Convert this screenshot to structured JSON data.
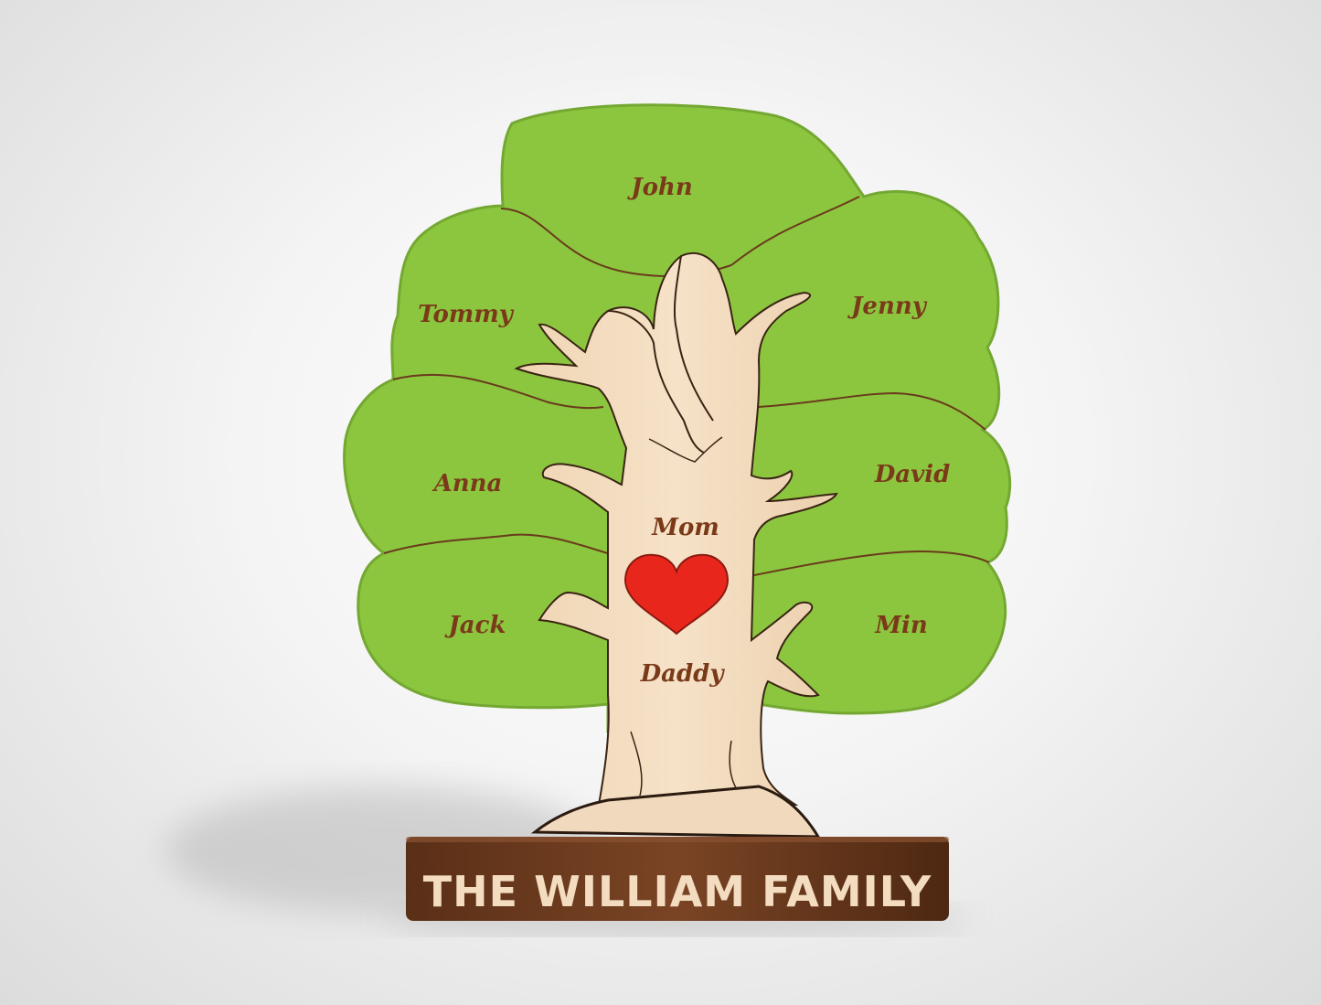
{
  "colors": {
    "background": "#f2f2f2",
    "foliage": "#8cc63f",
    "foliage_edge": "#6f9f2a",
    "wood": "#f3dcc0",
    "engraving": "#7a3a1a",
    "heart": "#e8261c",
    "plaque": "#6b3a1f"
  },
  "tree": {
    "names": {
      "top": "John",
      "upper_left": "Tommy",
      "upper_right": "Jenny",
      "middle_left": "Anna",
      "middle_right": "David",
      "lower_left": "Jack",
      "lower_right": "Min"
    },
    "trunk": {
      "upper_name": "Mom",
      "lower_name": "Daddy"
    }
  },
  "plaque": {
    "title": "THE WILLIAM FAMILY"
  },
  "icons": {
    "heart": "heart-icon",
    "couple": "couple-silhouette-icon"
  }
}
